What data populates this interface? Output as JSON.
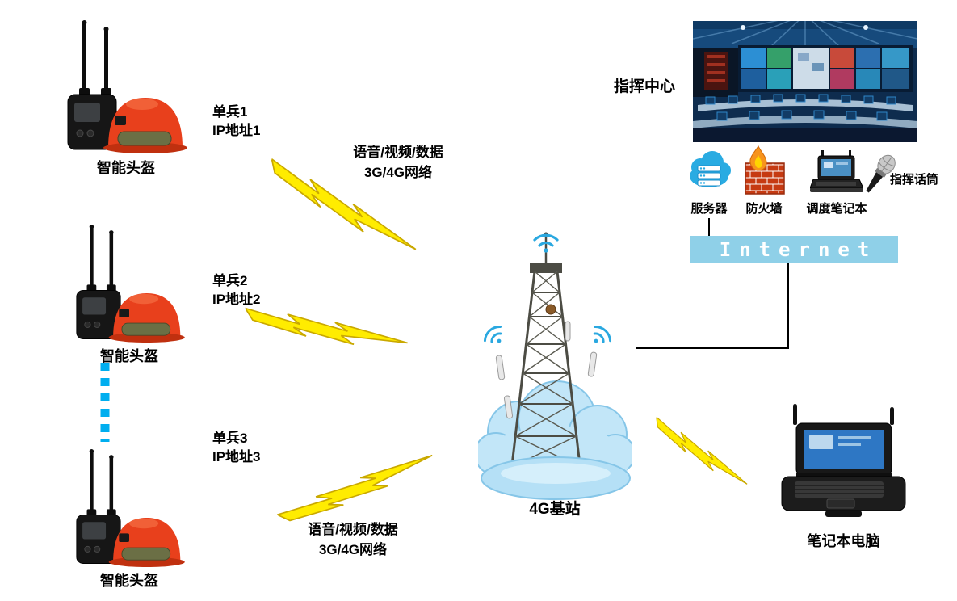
{
  "helmets": [
    {
      "label": "智能头盔"
    },
    {
      "label": "智能头盔"
    },
    {
      "label": "智能头盔"
    }
  ],
  "soldiers": [
    {
      "name": "单兵1",
      "ip": "IP地址1"
    },
    {
      "name": "单兵2",
      "ip": "IP地址2"
    },
    {
      "name": "单兵3",
      "ip": "IP地址3"
    }
  ],
  "wireless_links": [
    {
      "line1": "语音/视频/数据",
      "line2": "3G/4G网络"
    },
    {
      "line1": "语音/视频/数据",
      "line2": "3G/4G网络"
    }
  ],
  "base_station": {
    "label": "4G基站"
  },
  "command_center": {
    "title": "指挥中心",
    "server_label": "服务器",
    "firewall_label": "防火墙",
    "dispatch_laptop_label": "调度笔记本",
    "microphone_label": "指挥话筒",
    "internet_label": "Internet"
  },
  "field_laptop": {
    "label": "笔记本电脑"
  },
  "colors": {
    "lightning_fill": "#ffec00",
    "lightning_stroke": "#c9a800",
    "internet_bar": "#8fd0e8",
    "cloud": "#bfe4f8",
    "wifi_blue": "#2aa8e0",
    "dotted_line": "#00aeef",
    "helmet_red": "#e8401c"
  }
}
